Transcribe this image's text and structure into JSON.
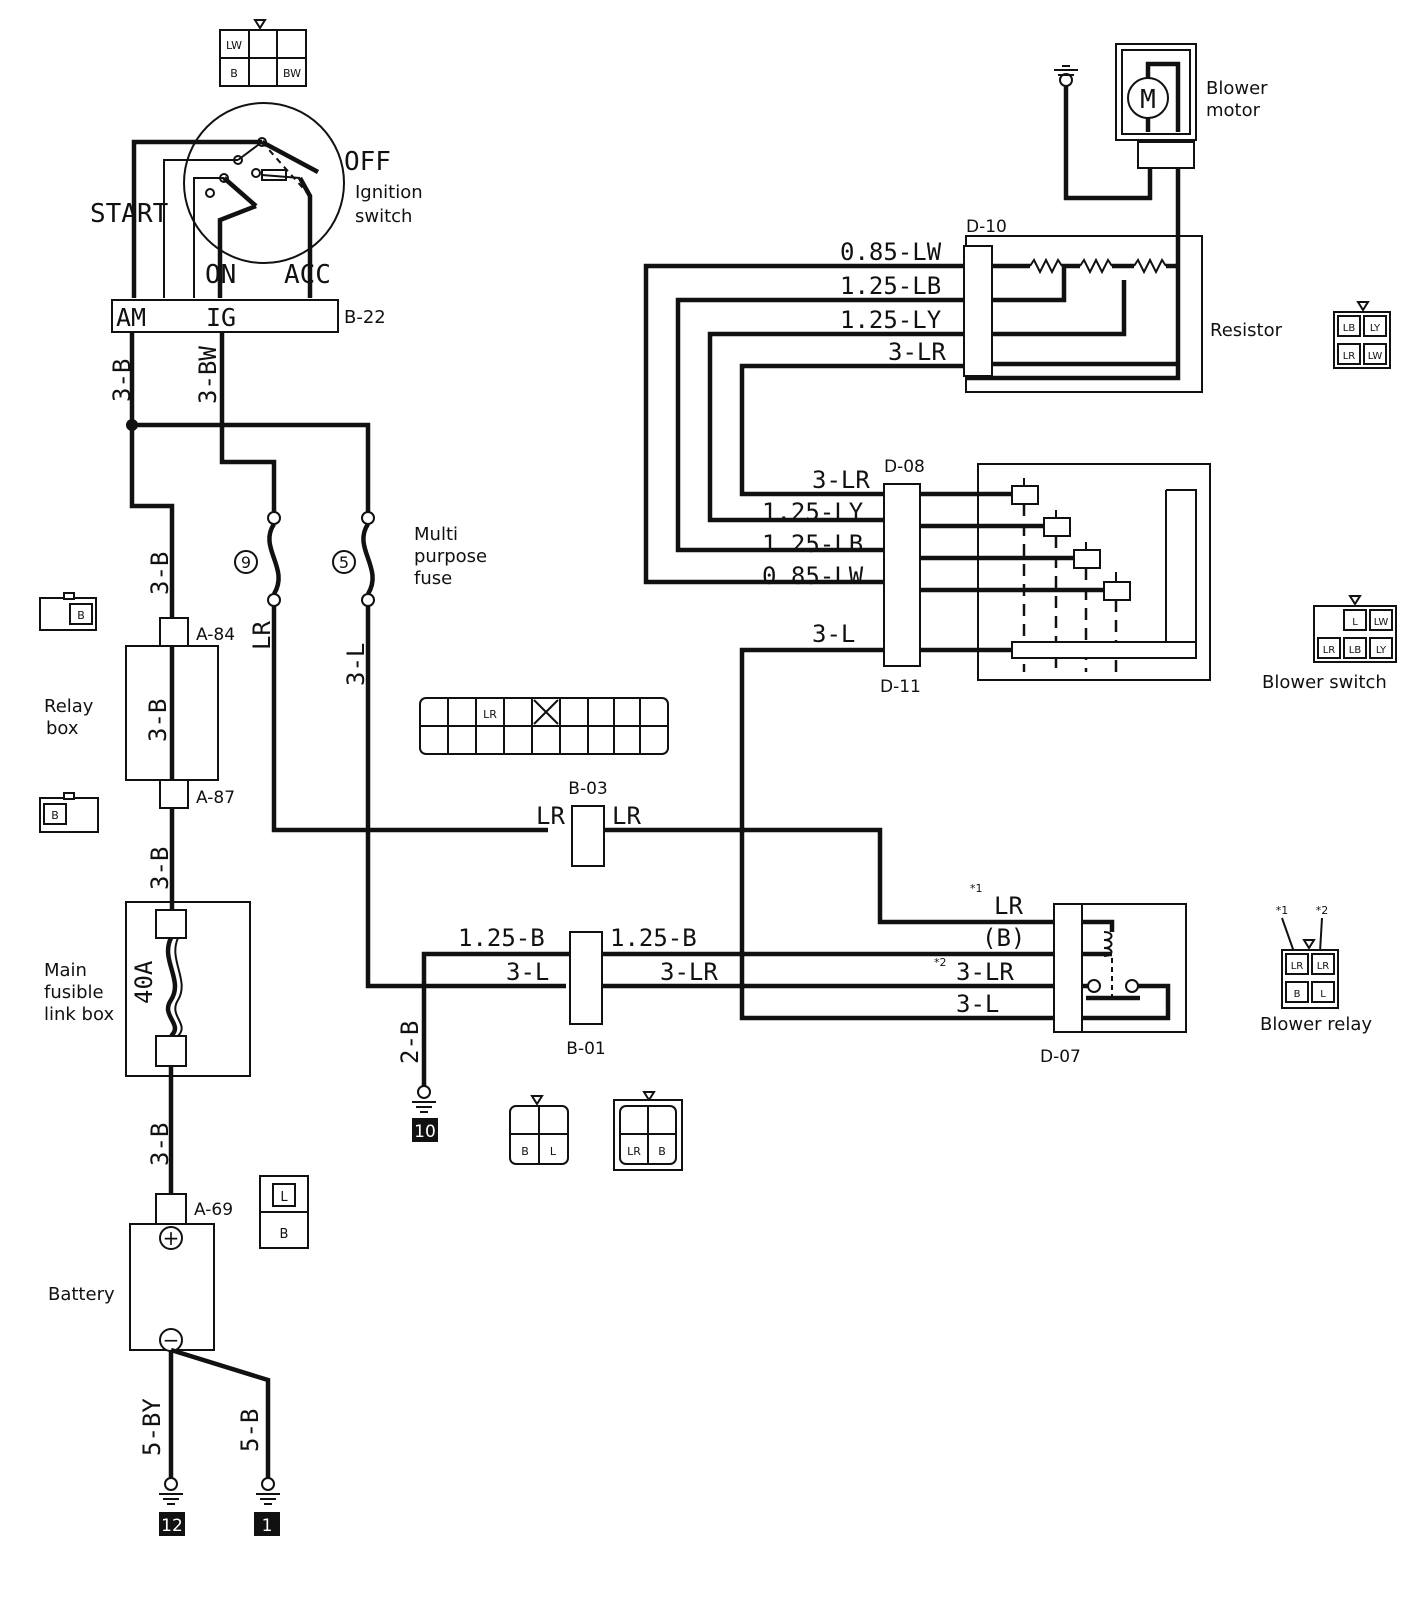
{
  "diagram": {
    "ignition_switch": {
      "label_line1": "Ignition",
      "label_line2": "switch",
      "positions": {
        "start": "START",
        "on": "ON",
        "acc": "ACC",
        "off": "OFF"
      },
      "terminals": {
        "am": "AM",
        "ig": "IG"
      },
      "connector_id": "B-22",
      "connector_pins": [
        "LW",
        "B",
        "BW"
      ]
    },
    "wires_left": {
      "am_out": "3-B",
      "ig_out": "3-BW",
      "fuse_9_out": "LR",
      "fuse_5_out": "3-L",
      "relay_in": "3-B",
      "relay_out": "3-B",
      "link_in": "3-B",
      "battery_pos": "3-B",
      "battery_neg_1": "5-BY",
      "battery_neg_2": "5-B"
    },
    "multi_purpose_fuse": {
      "label_line1": "Multi",
      "label_line2": "purpose",
      "label_line3": "fuse",
      "fuse_a": "9",
      "fuse_b": "5"
    },
    "relay_box": {
      "label_line1": "Relay",
      "label_line2": "box",
      "connector_top": "A-84",
      "connector_bottom": "A-87",
      "inner_wire": "3-B",
      "connector_a84_pin": "B",
      "connector_a87_pin": "B"
    },
    "main_fusible_link_box": {
      "label_line1": "Main",
      "label_line2": "fusible",
      "label_line3": "link box",
      "rating": "40A"
    },
    "battery": {
      "label": "Battery",
      "connector": "A-69",
      "plus": "+",
      "minus": "−",
      "connector_pins": [
        "L",
        "B"
      ]
    },
    "grounds": [
      "12",
      "1",
      "10"
    ],
    "connector_b03": {
      "id": "B-03",
      "left": "LR",
      "right": "LR",
      "pin": "LR"
    },
    "connector_b01": {
      "id": "B-01",
      "in_top": "1.25-B",
      "out_top": "1.25-B",
      "in_bottom": "3-L",
      "out_bottom": "3-LR",
      "ground_wire": "2-B",
      "pins_left": [
        "B",
        "L"
      ],
      "pins_right": [
        "LR",
        "B"
      ]
    },
    "blower_motor": {
      "label_line1": "Blower",
      "label_line2": "motor",
      "symbol": "M"
    },
    "resistor": {
      "label": "Resistor",
      "connector": "D-10",
      "wires": [
        "0.85-LW",
        "1.25-LB",
        "1.25-LY",
        "3-LR"
      ],
      "connector_pins": [
        "LB",
        "LY",
        "LR",
        "LW"
      ]
    },
    "blower_switch": {
      "label": "Blower switch",
      "connector_top": "D-08",
      "connector_bottom": "D-11",
      "wires": [
        "3-LR",
        "1.25-LY",
        "1.25-LB",
        "0.85-LW"
      ],
      "wire_l": "3-L",
      "connector_pins_top": [
        "L",
        "LW"
      ],
      "connector_pins_bottom": [
        "LR",
        "LB",
        "LY"
      ]
    },
    "blower_relay": {
      "label": "Blower relay",
      "connector": "D-07",
      "wire_lr": "LR",
      "wire_b": "(B)",
      "wire_3lr": "3-LR",
      "wire_3l": "3-L",
      "note1": "*1",
      "note2": "*2",
      "pins_top": [
        "LR",
        "LR"
      ],
      "pins_bottom": [
        "B",
        "L"
      ]
    },
    "b03_connector_face": {
      "pin": "LR"
    }
  }
}
